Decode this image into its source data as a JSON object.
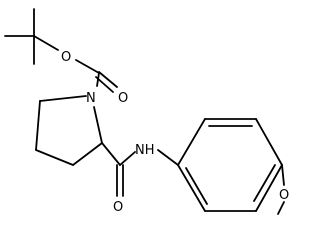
{
  "molecule": {
    "atoms": {
      "ester_o": "O",
      "carbonyl_o_top": "O",
      "ring_n": "N",
      "amide_nh": "NH",
      "carbonyl_o_bottom": "O",
      "methoxy_o": "O"
    }
  }
}
